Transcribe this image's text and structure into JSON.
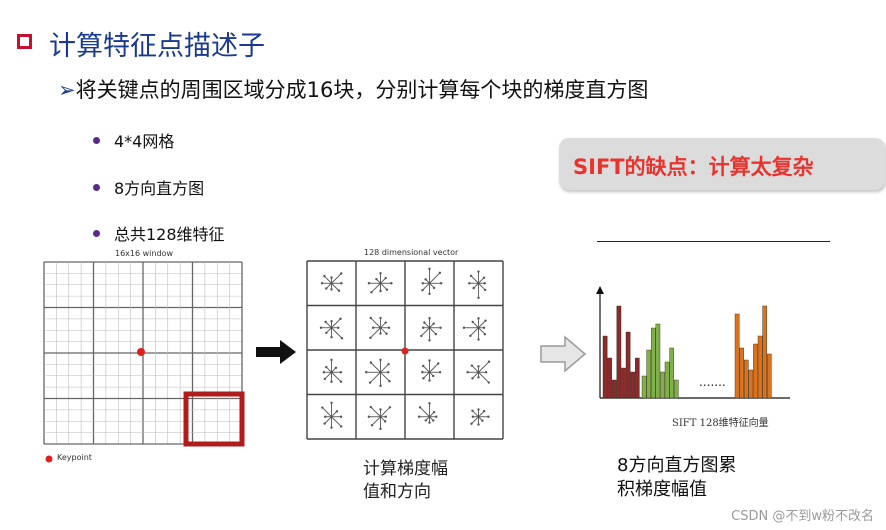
{
  "slide": {
    "title": "计算特征点描述子",
    "subtitle": "将关键点的周围区域分成16块，分别计算每个块的梯度直方图",
    "subtitle_arrow": "➢",
    "bullets": [
      "4*4网格",
      "8方向直方图",
      "总共128维特征"
    ],
    "callout": "SIFT的缺点：计算太复杂"
  },
  "figure": {
    "grid_caption": "16x16 window",
    "keypoint_legend": "Keypoint",
    "vector_caption": "128 dimensional vector",
    "step2_caption_line1": "计算梯度幅",
    "step2_caption_line2": "值和方向",
    "histogram_axis_label": "SIFT 128维特征向量",
    "histogram_ellipsis": ".......",
    "step3_caption_line1": "8方向直方图累",
    "step3_caption_line2": "积梯度幅值"
  },
  "colors": {
    "title_blue": "#1a3a8f",
    "accent_red": "#c8102e",
    "callout_text": "#e8342e",
    "bullet_purple": "#5b2a86",
    "bar_red": "#8b2a2a",
    "bar_green": "#7fb04a",
    "bar_orange": "#d8731f"
  },
  "watermark": "CSDN @不到w粉不改名"
}
